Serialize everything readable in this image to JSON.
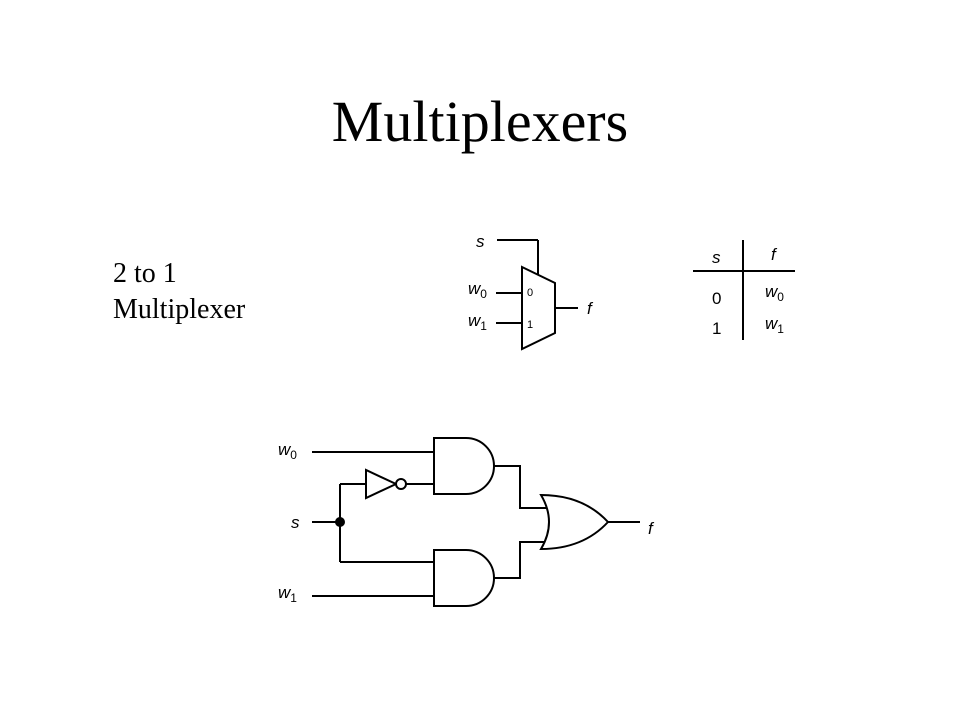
{
  "title": "Multiplexers",
  "caption": {
    "line1": "2 to 1",
    "line2": "Multiplexer"
  },
  "mux_symbol": {
    "select": "s",
    "input0": {
      "base": "w",
      "sub": "0"
    },
    "input1": {
      "base": "w",
      "sub": "1"
    },
    "pin0": "0",
    "pin1": "1",
    "output": "f"
  },
  "truth_table": {
    "headers": [
      "s",
      "f"
    ],
    "rows": [
      {
        "s": "0",
        "f": {
          "base": "w",
          "sub": "0"
        }
      },
      {
        "s": "1",
        "f": {
          "base": "w",
          "sub": "1"
        }
      }
    ]
  },
  "circuit": {
    "input_w0": {
      "base": "w",
      "sub": "0"
    },
    "input_s": "s",
    "input_w1": {
      "base": "w",
      "sub": "1"
    },
    "output": "f"
  }
}
